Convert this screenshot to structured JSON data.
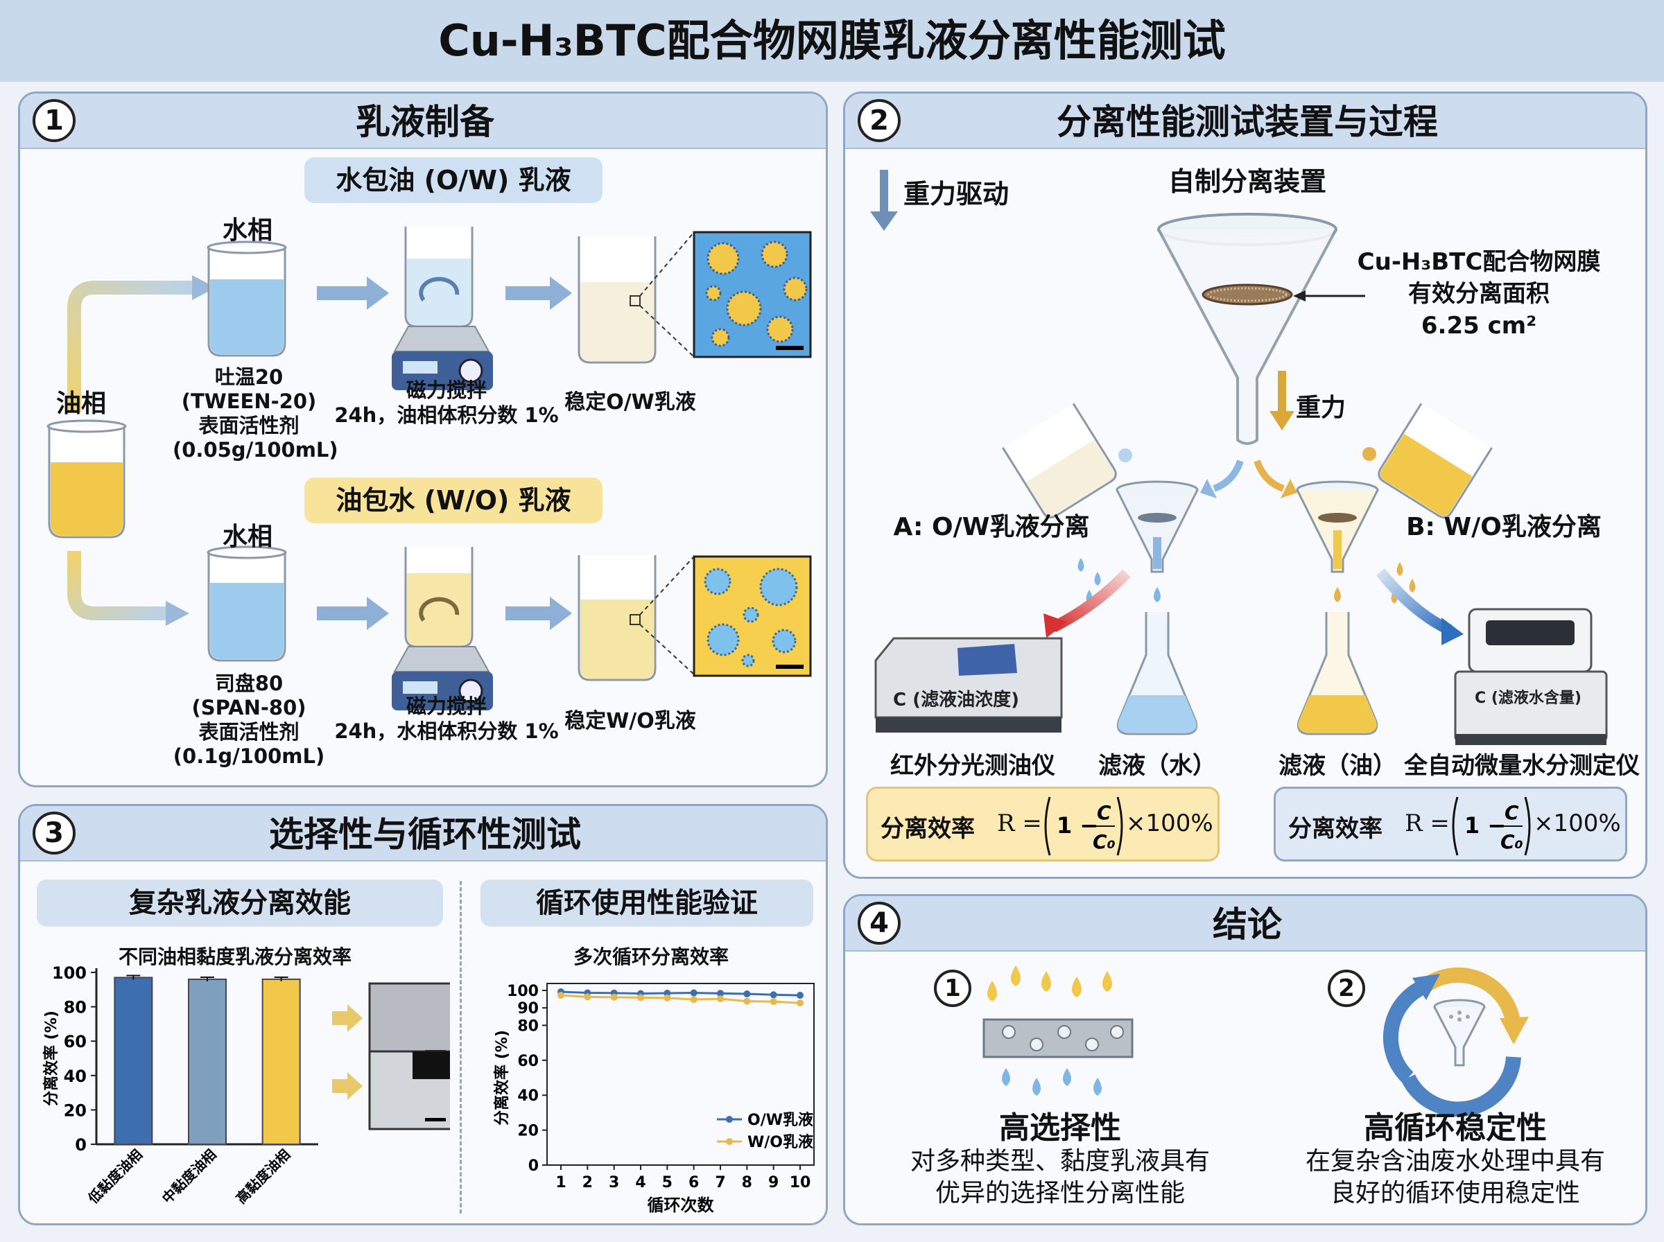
{
  "title": "Cu-H₃BTC配合物网膜乳液分离性能测试",
  "p1": {
    "num": "1",
    "title": "乳液制备",
    "ow_tag": "水包油 (O/W) 乳液",
    "wo_tag": "油包水 (W/O) 乳液",
    "water_phase_1": "水相",
    "water_phase_2": "水相",
    "oil_phase": "油相",
    "surf1": [
      "吐温20",
      "(TWEEN-20)",
      "表面活性剂",
      "(0.05g/100mL)"
    ],
    "surf2": [
      "司盘80",
      "(SPAN-80)",
      "表面活性剂",
      "(0.1g/100mL)"
    ],
    "stir1": [
      "磁力搅拌",
      "24h，油相体积分数 1%"
    ],
    "stir2": [
      "磁力搅拌",
      "24h，水相体积分数 1%"
    ],
    "stable1": "稳定O/W乳液",
    "stable2": "稳定W/O乳液"
  },
  "p2": {
    "num": "2",
    "title": "分离性能测试装置与过程",
    "gravity_drive": "重力驱动",
    "device": "自制分离装置",
    "membrane": [
      "Cu-H₃BTC配合物网膜",
      "有效分离面积",
      "6.25 cm²"
    ],
    "gravity": "重力",
    "a_label": "A: O/W乳液分离",
    "b_label": "B: W/O乳液分离",
    "inst1_screen": "C (滤液油浓度)",
    "inst2_screen": "C (滤液水含量)",
    "inst1": "红外分光测油仪",
    "filtrate_water": "滤液（水）",
    "filtrate_oil": "滤液（油）",
    "inst2": "全自动微量水分测定仪",
    "formula_label": "分离效率",
    "formula_r": "R =",
    "formula_tail": "×100%"
  },
  "p3": {
    "num": "3",
    "title": "选择性与循环性测试",
    "left_tag": "复杂乳液分离效能",
    "right_tag": "循环使用性能验证"
  },
  "p4": {
    "num": "4",
    "title": "结论",
    "n1": "1",
    "n2": "2",
    "c1_title": "高选择性",
    "c1_text": [
      "对多种类型、黏度乳液具有",
      "优异的选择性分离性能"
    ],
    "c2_title": "高循环稳定性",
    "c2_text": [
      "在复杂含油废水处理中具有",
      "良好的循环使用稳定性"
    ]
  },
  "chart_data": [
    {
      "type": "bar",
      "title": "不同油相黏度乳液分离效率",
      "ylabel": "分离效率 (%)",
      "xlabel": "",
      "categories": [
        "低黏度油相",
        "中黏度油相",
        "高黏度油相"
      ],
      "values": [
        97,
        96,
        96
      ],
      "error": [
        1.2,
        1.2,
        1.2
      ],
      "colors": [
        "#3d6fb0",
        "#7f9fbf",
        "#f2c84b"
      ],
      "ylim": [
        0,
        100
      ],
      "yticks": [
        0,
        20,
        40,
        60,
        80,
        100
      ],
      "grid": false
    },
    {
      "type": "line",
      "title": "多次循环分离效率",
      "ylabel": "分离效率 (%)",
      "xlabel": "循环次数",
      "x": [
        1,
        2,
        3,
        4,
        5,
        6,
        7,
        8,
        9,
        10
      ],
      "series": [
        {
          "name": "O/W乳液",
          "values": [
            99.2,
            98.6,
            98.5,
            98.2,
            98.4,
            98.6,
            98.3,
            98.0,
            97.5,
            97.2
          ],
          "color": "#3d6fb0"
        },
        {
          "name": "W/O乳液",
          "values": [
            97.2,
            96.3,
            96.1,
            95.9,
            95.7,
            94.8,
            95.2,
            93.8,
            93.6,
            92.8
          ],
          "color": "#e8b84a"
        }
      ],
      "ylim": [
        0,
        100
      ],
      "yticks": [
        0,
        20,
        40,
        60,
        80,
        90,
        100
      ],
      "legend": "bottom-right",
      "grid": false
    }
  ]
}
